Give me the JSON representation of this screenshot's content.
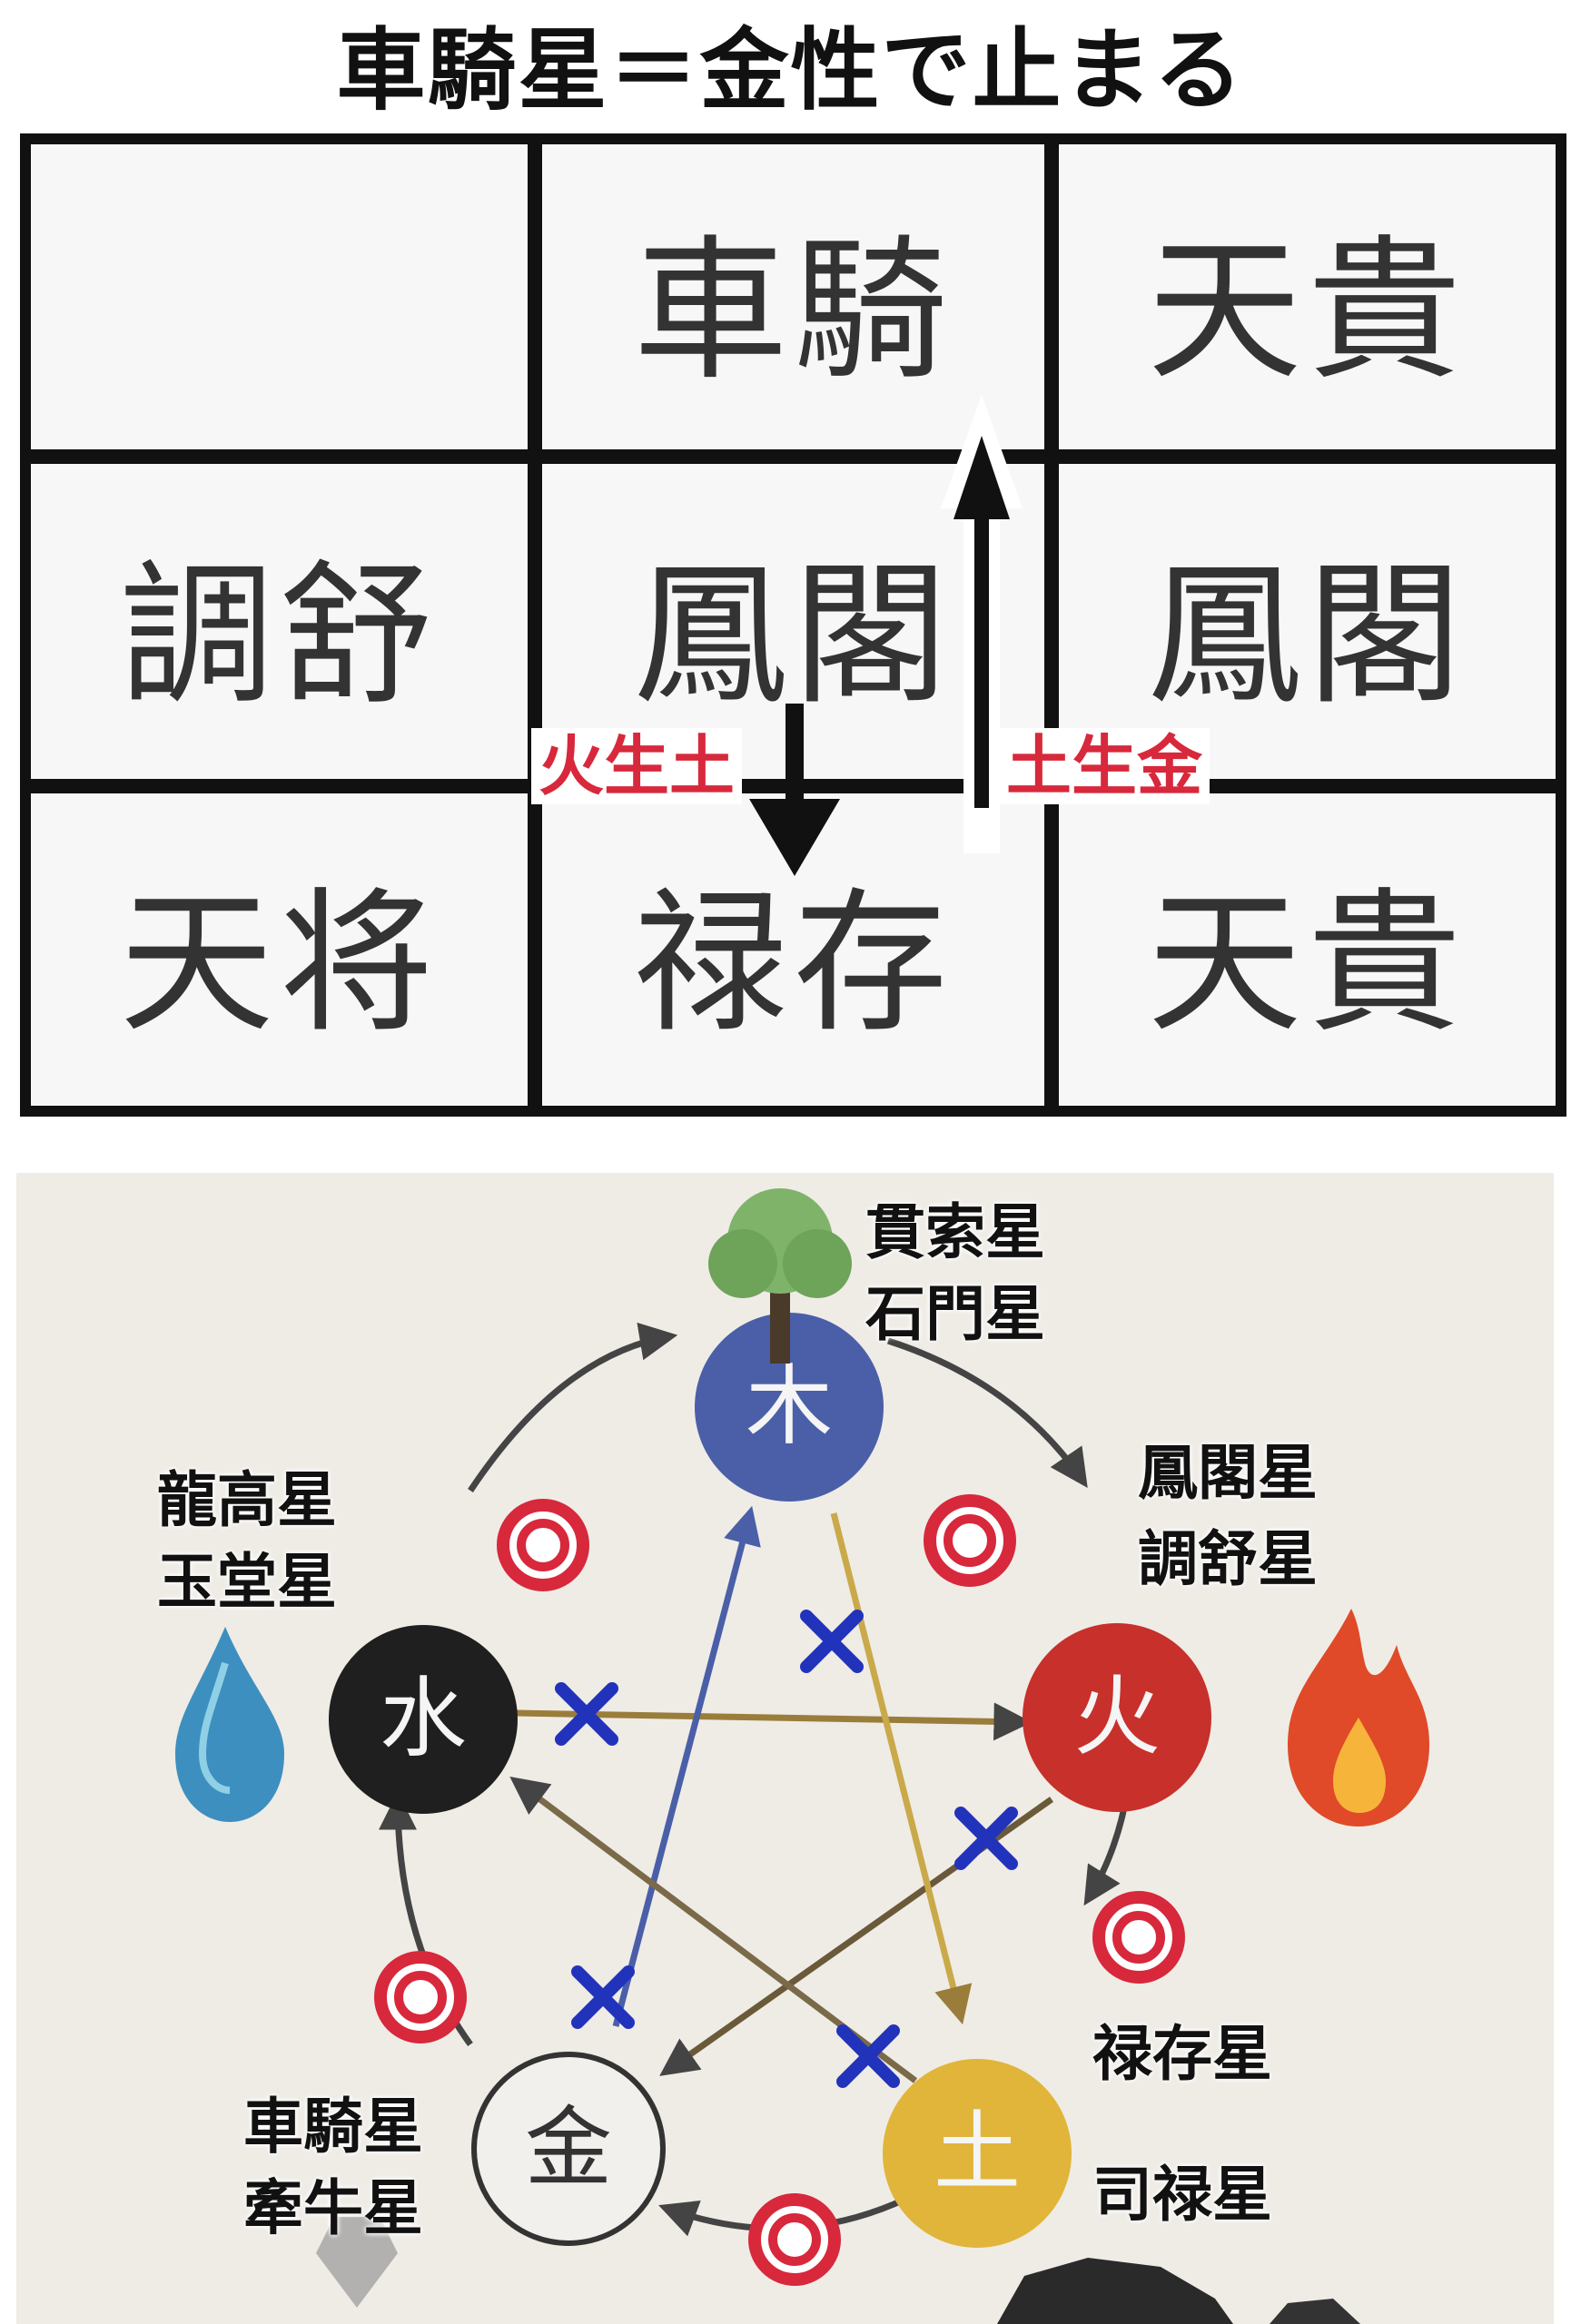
{
  "title": "車騎星＝金性で止まる",
  "grid": {
    "rows": [
      [
        "",
        "車騎",
        "天貴"
      ],
      [
        "調舒",
        "鳳閣",
        "鳳閣"
      ],
      [
        "天将",
        "禄存",
        "天貴"
      ]
    ],
    "flow_labels": {
      "fire_earth": "火生土",
      "earth_metal": "土生金"
    }
  },
  "wheel": {
    "elements": {
      "wood": "木",
      "fire": "火",
      "earth": "土",
      "metal": "金",
      "water": "水"
    },
    "element_colors": {
      "wood": "#4a5fa8",
      "fire": "#c8302b",
      "earth": "#e0b53a",
      "metal": "#f2f0ec",
      "water": "#1f1f1f"
    },
    "star_groups": {
      "wood": [
        "貫索星",
        "石門星"
      ],
      "fire": [
        "鳳閣星",
        "調舒星"
      ],
      "earth_top": "禄存星",
      "earth_bottom": "司禄星",
      "metal": [
        "車騎星",
        "牽牛星"
      ],
      "water": [
        "龍高星",
        "玉堂星"
      ]
    },
    "symbols": {
      "generating": "○",
      "controlling": "×"
    },
    "symbol_colors": {
      "generating": "#d7283c",
      "controlling": "#2233bb"
    },
    "icons": [
      "tree-icon",
      "fire-icon",
      "water-drop-icon",
      "crystal-icon",
      "rock-icon"
    ]
  }
}
